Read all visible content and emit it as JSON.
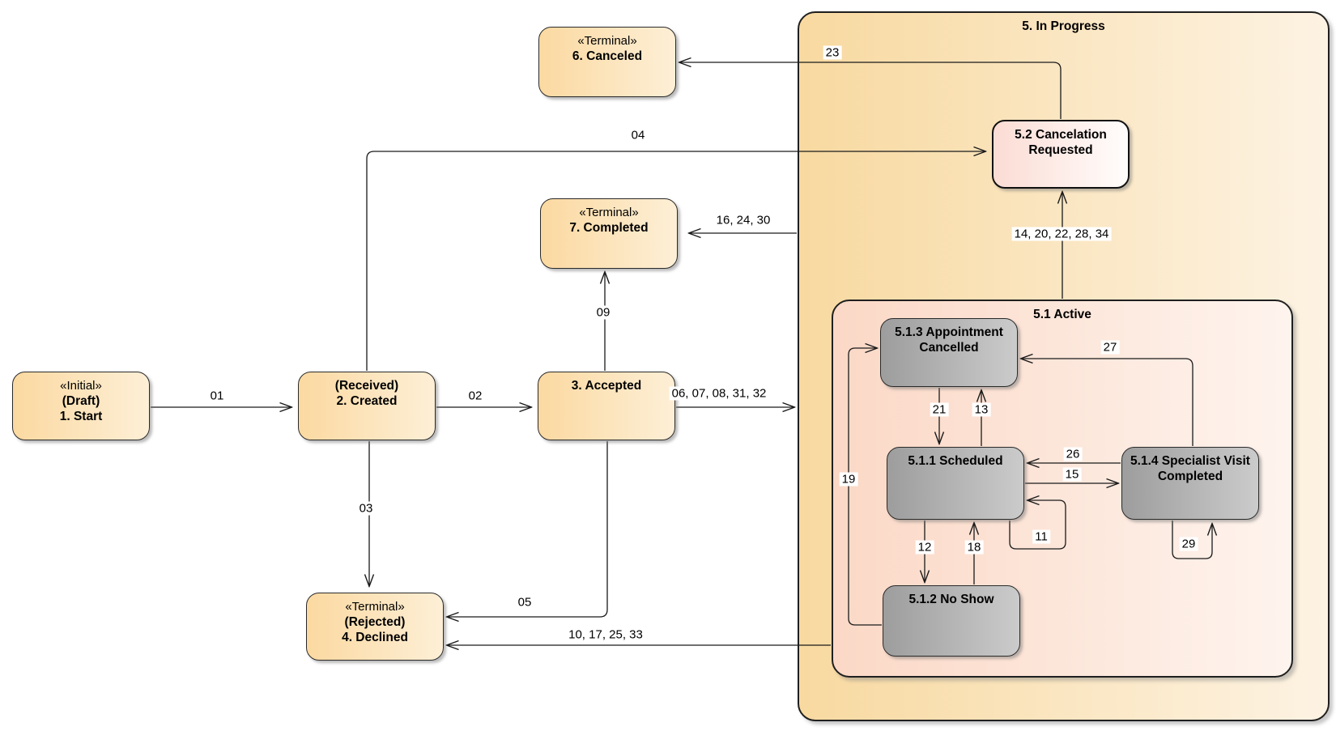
{
  "diagram": {
    "progress_title": "5. In Progress",
    "active_title": "5.1 Active"
  },
  "states": {
    "start": {
      "stereotype": "«Initial»",
      "line2": "(Draft)",
      "line3": "1. Start"
    },
    "created": {
      "line1": "(Received)",
      "line2": "2. Created"
    },
    "accepted": {
      "line1": "3. Accepted"
    },
    "declined": {
      "stereotype": "«Terminal»",
      "line2": "(Rejected)",
      "line3": "4. Declined"
    },
    "canceled": {
      "stereotype": "«Terminal»",
      "line2": "6. Canceled"
    },
    "completed": {
      "stereotype": "«Terminal»",
      "line2": "7. Completed"
    },
    "cancelation_requested": {
      "line1": "5.2 Cancelation",
      "line2": "Requested"
    },
    "appointment_cancelled": {
      "line1": "5.1.3 Appointment",
      "line2": "Cancelled"
    },
    "scheduled": {
      "line1": "5.1.1 Scheduled"
    },
    "no_show": {
      "line1": "5.1.2 No Show"
    },
    "specialist_visit_completed": {
      "line1": "5.1.4 Specialist Visit",
      "line2": "Completed"
    }
  },
  "transitions": {
    "t01": "01",
    "t02": "02",
    "t03": "03",
    "t04": "04",
    "t05": "05",
    "t06": "06, 07, 08, 31, 32",
    "t09": "09",
    "t10": "10, 17, 25, 33",
    "t11": "11",
    "t12": "12",
    "t13": "13",
    "t14": "14, 20, 22, 28, 34",
    "t15": "15",
    "t16": "16, 24, 30",
    "t18": "18",
    "t19": "19",
    "t21": "21",
    "t23": "23",
    "t26": "26",
    "t27": "27",
    "t29": "29"
  },
  "colors": {
    "state_fill_left": "#fbd9a1",
    "state_fill_right": "#fdefd6",
    "progress_fill_left": "#f8d9a0",
    "progress_fill_right": "#fdf3e3",
    "active_fill_left": "#fbd8c6",
    "active_fill_right": "#fef4ee",
    "inner_state_fill_left": "#9d9d9d",
    "inner_state_fill_right": "#cbcbcb",
    "cancelation_fill_left": "#fbdcd4",
    "cancelation_fill_right": "#fffdfc",
    "line_color": "#1a1a1a"
  }
}
